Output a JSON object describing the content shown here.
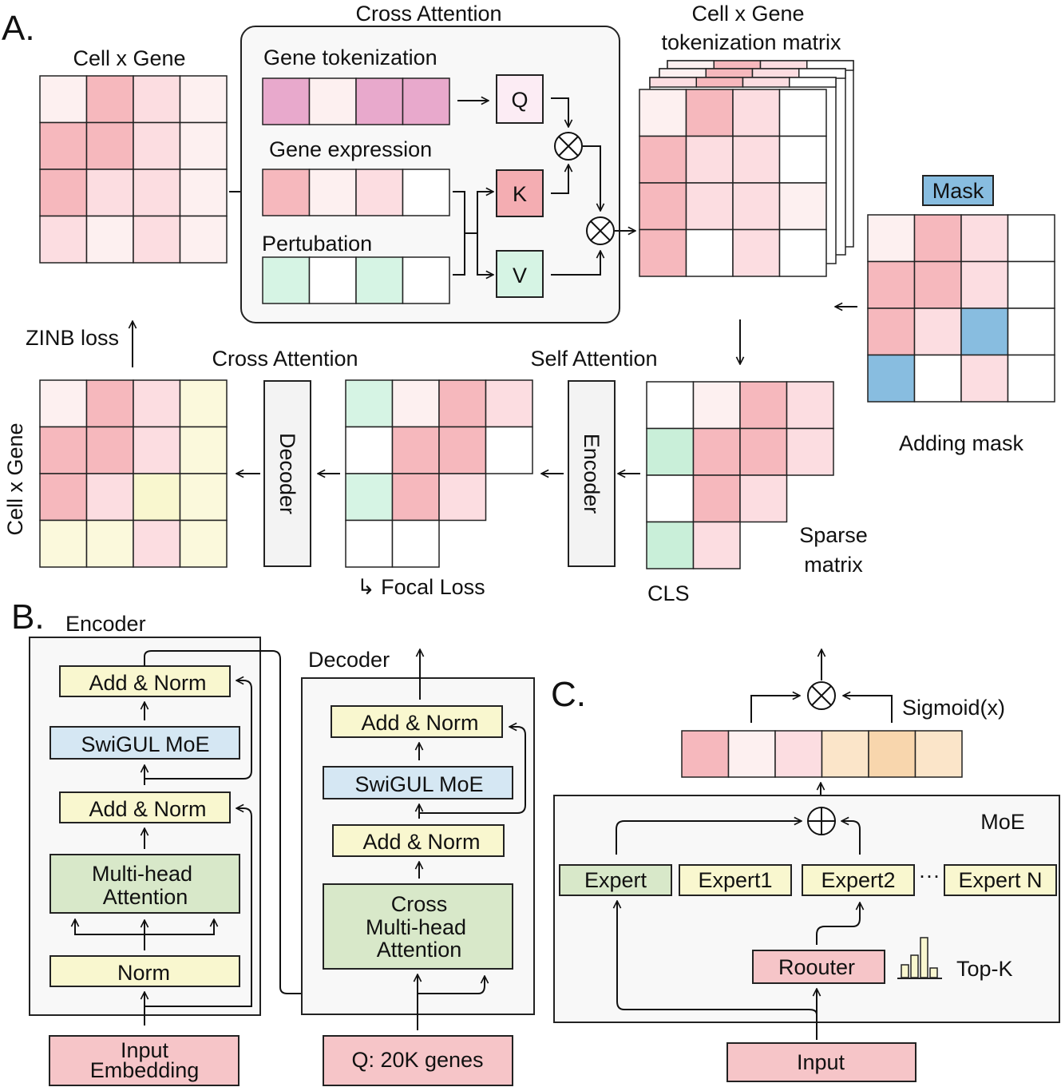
{
  "colors": {
    "white": "#ffffff",
    "pink1": "#fdf0f0",
    "pink2": "#fcdde1",
    "pink3": "#f6b8bd",
    "pink4": "#f4adb2",
    "magenta": "#e8a9cc",
    "green": "#d6f4e4",
    "green2": "#c9efd9",
    "yellowCell": "#fbf9dc",
    "yellow": "#f9f7cf",
    "lightgreen": "#d8e8c9",
    "blue": "#d5e7f3",
    "blueCell": "#88bde0",
    "gray": "#f3f3f3",
    "panel": "#f8f8f8",
    "peach": "#fbe5c9",
    "peach2": "#f8d6ad",
    "redbox": "#f6c5c8"
  },
  "panelA": {
    "letter": "A.",
    "cell_gene_title": "Cell x Gene",
    "cross_attention_title": "Cross Attention",
    "gene_tokenization": "Gene tokenization",
    "gene_expression": "Gene expression",
    "pertubation": "Pertubation",
    "q": "Q",
    "k": "K",
    "v": "V",
    "matrix_title_line1": "Cell x Gene",
    "matrix_title_line2": "tokenization matrix",
    "mask_label": "Mask",
    "adding_mask": "Adding mask",
    "zinb_loss": "ZINB loss",
    "cross_attention_bottom": "Cross Attention",
    "self_attention": "Self Attention",
    "decoder": "Decoder",
    "encoder": "Encoder",
    "cell_gene_vertical": "Cell x Gene",
    "focal_loss": "↳ Focal Loss",
    "cls": "CLS",
    "sparse_line1": "Sparse",
    "sparse_line2": "matrix"
  },
  "panelB": {
    "letter": "B.",
    "encoder_title": "Encoder",
    "decoder_title": "Decoder",
    "add_norm": "Add & Norm",
    "swigul_moe": "SwiGUL MoE",
    "mha_line1": "Multi-head",
    "mha_line2": "Attention",
    "norm": "Norm",
    "input_line1": "Input",
    "input_line2": "Embedding",
    "cross_line1": "Cross",
    "cross_line2": "Multi-head",
    "cross_line3": "Attention",
    "q_genes": "Q: 20K genes"
  },
  "panelC": {
    "letter": "C.",
    "sigmoid": "Sigmoid(x)",
    "moe": "MoE",
    "expert": "Expert",
    "expert1": "Expert1",
    "expert2": "Expert2",
    "ellipsis": "···",
    "expertn": "Expert N",
    "router": "Roouter",
    "topk": "Top-K",
    "input": "Input"
  },
  "matrices": {
    "cell_gene_top": [
      [
        "pink1",
        "pink3",
        "pink2",
        "pink1"
      ],
      [
        "pink3",
        "pink3",
        "pink2",
        "pink1"
      ],
      [
        "pink3",
        "pink2",
        "pink2",
        "pink1"
      ],
      [
        "pink2",
        "pink1",
        "pink2",
        "pink1"
      ]
    ],
    "gene_tokenization_row": [
      "magenta",
      "pink1",
      "magenta",
      "magenta"
    ],
    "gene_expression_row": [
      "pink3",
      "pink1",
      "pink2",
      "white"
    ],
    "pertubation_row": [
      "green",
      "white",
      "green",
      "white"
    ],
    "tokenization_front": [
      [
        "pink1",
        "pink3",
        "pink2",
        "white"
      ],
      [
        "pink3",
        "pink2",
        "pink2",
        "white"
      ],
      [
        "pink3",
        "pink2",
        "pink2",
        "pink1"
      ],
      [
        "pink3",
        "white",
        "pink2",
        "white"
      ]
    ],
    "mask_matrix": [
      [
        "pink1",
        "pink3",
        "pink2",
        "white"
      ],
      [
        "pink3",
        "pink3",
        "pink2",
        "white"
      ],
      [
        "pink3",
        "pink2",
        "blueCell",
        "white"
      ],
      [
        "blueCell",
        "white",
        "pink2",
        "white"
      ]
    ],
    "sparse_matrix": [
      [
        "white",
        "pink1",
        "pink3",
        "pink2"
      ],
      [
        "green2",
        "pink3",
        "pink3",
        "pink2"
      ],
      [
        "white",
        "pink3",
        "pink2",
        ""
      ],
      [
        "green2",
        "pink2",
        "",
        ""
      ]
    ],
    "middle_matrix": [
      [
        "green",
        "pink1",
        "pink3",
        "pink2"
      ],
      [
        "white",
        "pink3",
        "pink3",
        "white"
      ],
      [
        "green",
        "pink3",
        "pink2",
        ""
      ],
      [
        "white",
        "white",
        "",
        ""
      ]
    ],
    "output_matrix": [
      [
        "pink1",
        "pink3",
        "pink2",
        "yellowCell"
      ],
      [
        "pink3",
        "pink3",
        "pink2",
        "yellowCell"
      ],
      [
        "pink3",
        "pink2",
        "yellow",
        "yellowCell"
      ],
      [
        "yellowCell",
        "yellowCell",
        "pink2",
        "yellowCell"
      ]
    ],
    "moe_output_row": [
      "pink3",
      "pink1",
      "pink2",
      "peach",
      "peach2",
      "peach"
    ]
  }
}
